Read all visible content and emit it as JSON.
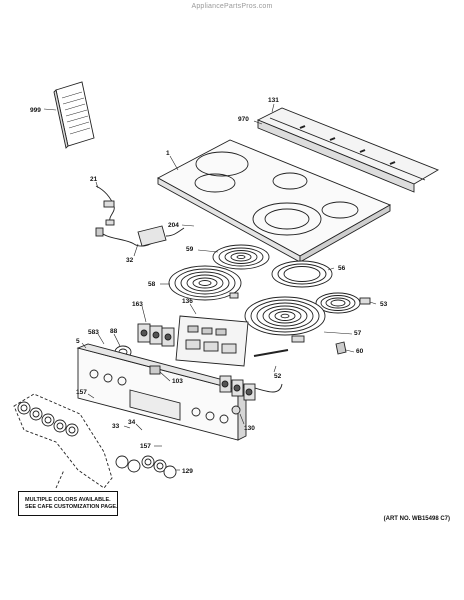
{
  "watermark": "AppliancePartsPros.com",
  "note": {
    "line1": "MULTIPLE COLORS AVAILABLE.",
    "line2": "SEE CAFE CUSTOMIZATION PAGE."
  },
  "art_number": "(ART NO. WB15498 C7)",
  "callouts": {
    "c999": "999",
    "c131": "131",
    "c970": "970",
    "c1": "1",
    "c21": "21",
    "c204": "204",
    "c59": "59",
    "c32": "32",
    "c56": "56",
    "c58": "58",
    "c136": "136",
    "c163": "163",
    "c53": "53",
    "c583": "583",
    "c88": "88",
    "c57": "57",
    "c5": "5",
    "c60": "60",
    "c103": "103",
    "c52": "52",
    "c157a": "157",
    "c33": "33",
    "c34": "34",
    "c130": "130",
    "c157b": "157",
    "c129": "129"
  }
}
